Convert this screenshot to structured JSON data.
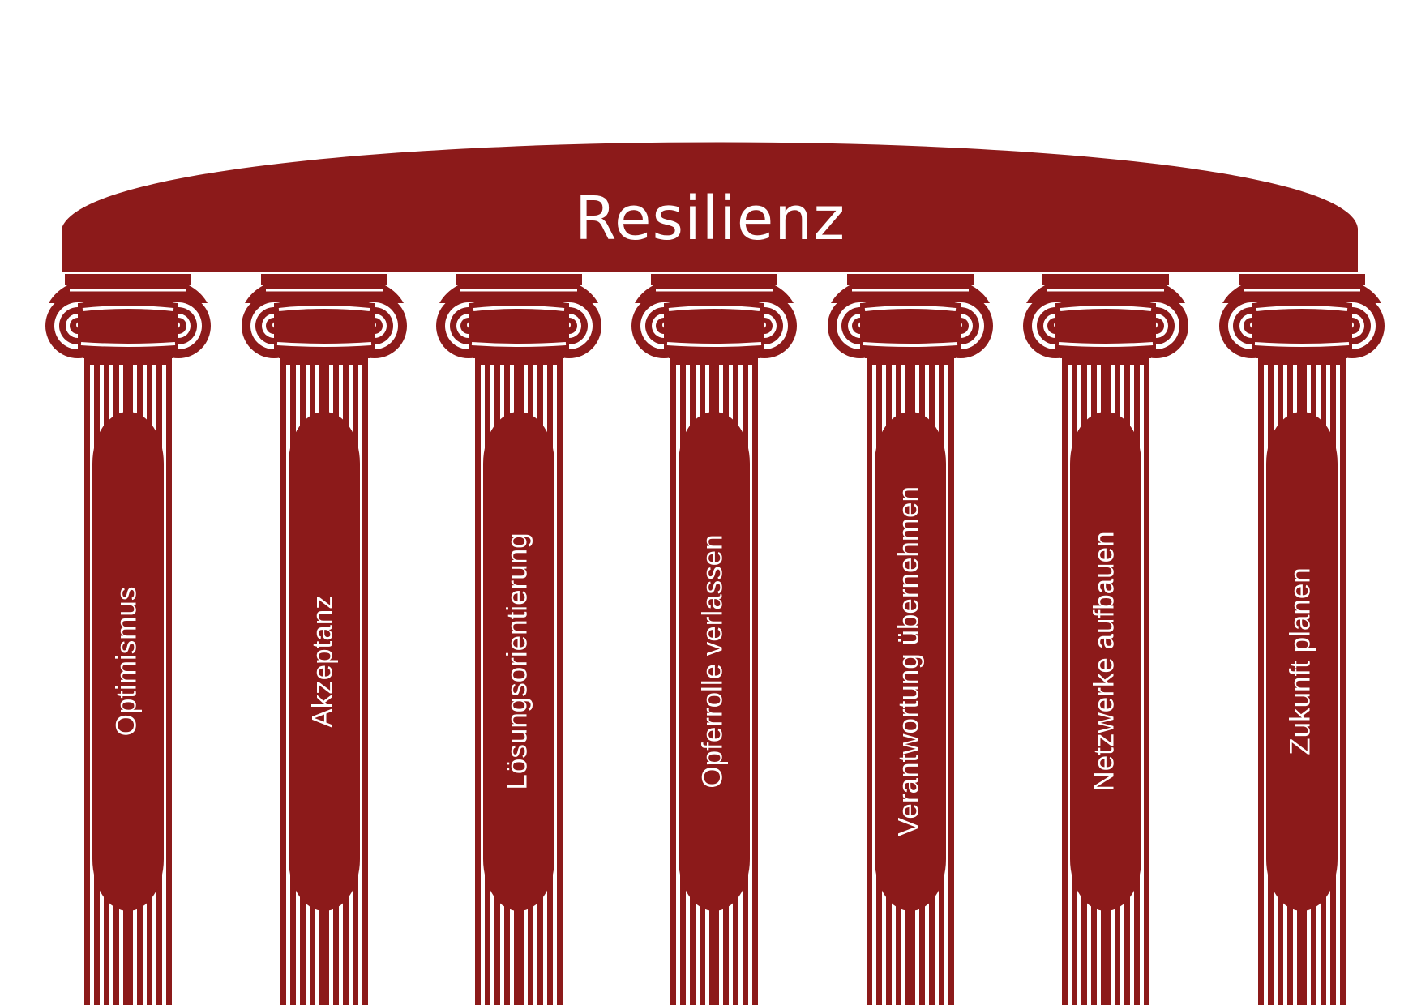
{
  "colors": {
    "primary": "#8c1a1a",
    "text_on_primary": "#ffffff",
    "background": "#ffffff"
  },
  "roof": {
    "title": "Resilienz"
  },
  "pillars": [
    {
      "label": "Optimismus"
    },
    {
      "label": "Akzeptanz"
    },
    {
      "label": "Lösungsorientierung"
    },
    {
      "label": "Opferrolle verlassen"
    },
    {
      "label": "Verantwortung übernehmen"
    },
    {
      "label": "Netzwerke aufbauen"
    },
    {
      "label": "Zukunft planen"
    }
  ]
}
